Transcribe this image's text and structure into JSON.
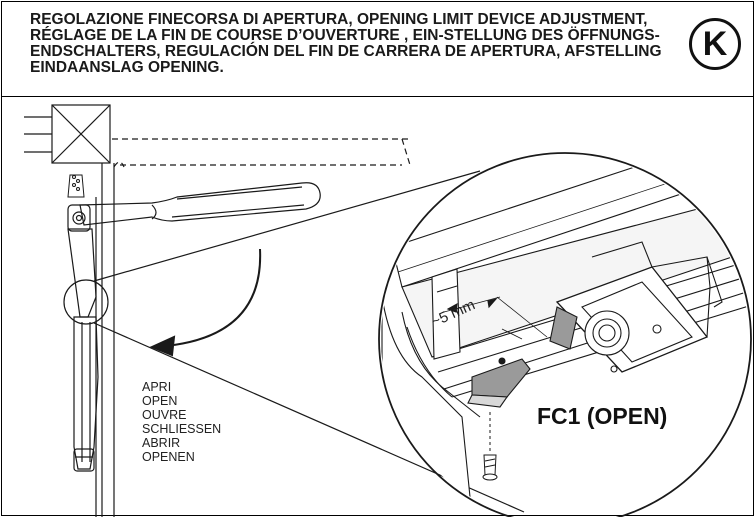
{
  "header": {
    "title": "REGOLAZIONE FINECORSA DI APERTURA, OPENING LIMIT DEVICE ADJUSTMENT, RÉGLAGE DE LA FIN DE COURSE D’OUVERTURE , EIN-STELLUNG DES ÖFFNUNGS-ENDSCHALTERS, REGULACIÓN DEL FIN DE CARRERA DE APERTURA, AFSTELLING EINDAANSLAG OPENING.",
    "badge": "K"
  },
  "directions": [
    "APRI",
    "OPEN",
    "OUVRE",
    "SCHLIESSEN",
    "ABRIR",
    "OPENEN"
  ],
  "detail": {
    "distance_label": "~5 mm",
    "switch_label": "FC1 (OPEN)"
  },
  "colors": {
    "line": "#1a1a1a",
    "gray": "#9a9a9a",
    "light_gray": "#d8d8d8"
  }
}
